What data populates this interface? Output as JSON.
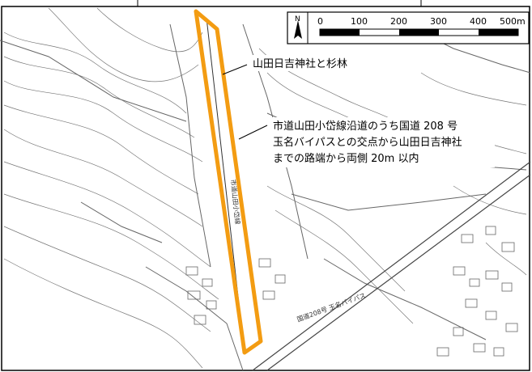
{
  "map": {
    "north_label": "N",
    "scale_bar": {
      "labels": [
        "0",
        "100",
        "200",
        "300",
        "400",
        "500m"
      ],
      "max_m": 500
    },
    "annotations": {
      "shrine": "山田日吉神社と杉林",
      "range_lines": [
        "市道山田小岱線沿道のうち国道 208 号",
        "玉名バイパスとの交点から山田日吉神社",
        "までの路端から両側 20m 以内"
      ]
    },
    "road_labels": {
      "city_road": "市道山田小岱線",
      "bypass": "国道208号 玉名バイパス"
    },
    "colors": {
      "highlight": "#f39c12",
      "line": "#555555",
      "frame": "#000000"
    }
  }
}
